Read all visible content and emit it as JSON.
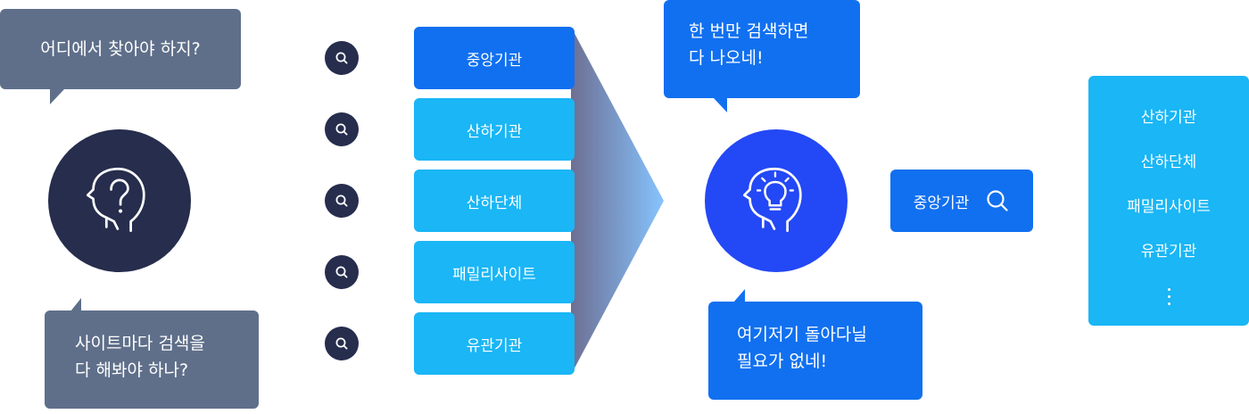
{
  "bubbles": {
    "q1": "어디에서 찾아야 하지?",
    "q2_line1": "사이트마다 검색을",
    "q2_line2": "다 해봐야 하나?",
    "a1_line1": "한 번만 검색하면",
    "a1_line2": "다 나오네!",
    "a2_line1": "여기저기 돌아다닐",
    "a2_line2": "필요가 없네!"
  },
  "sites": [
    "중앙기관",
    "산하기관",
    "산하단체",
    "패밀리사이트",
    "유관기관"
  ],
  "search": {
    "label": "중앙기관"
  },
  "results": [
    "산하기관",
    "산하단체",
    "패밀리사이트",
    "유관기관"
  ],
  "colors": {
    "gray_bubble": "#5f6f8a",
    "navy": "#262d4d",
    "blue": "#1170f0",
    "light_blue": "#1ab6f5",
    "royal_blue": "#2348f5"
  },
  "icons": {
    "confused_head": "head-question-icon",
    "idea_head": "head-lightbulb-icon",
    "search": "search-icon",
    "more": "more-vertical-icon"
  }
}
